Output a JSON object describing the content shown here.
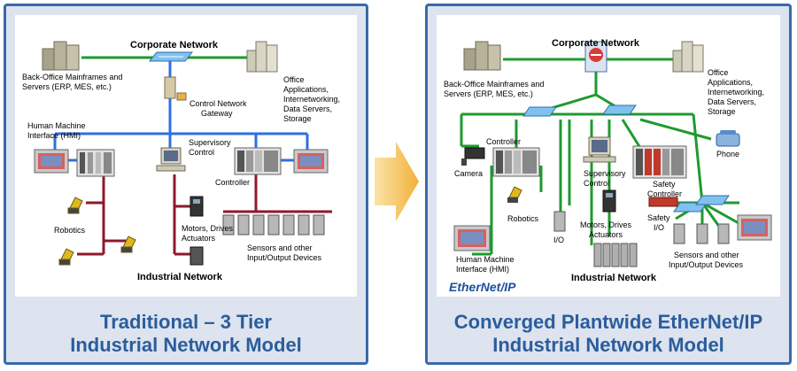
{
  "left_panel": {
    "labels": {
      "corporate_network": "Corporate Network",
      "back_office_1": "Back-Office Mainframes and",
      "back_office_2": "Servers (ERP, MES, etc.)",
      "office_1": "Office",
      "office_2": "Applications,",
      "office_3": "Internetworking,",
      "office_4": "Data Servers,",
      "office_5": "Storage",
      "gateway_1": "Control Network",
      "gateway_2": "Gateway",
      "hmi_1": "Human Machine",
      "hmi_2": "Interface (HMI)",
      "supervisory_1": "Supervisory",
      "supervisory_2": "Control",
      "controller": "Controller",
      "robotics": "Robotics",
      "motors_1": "Motors, Drives",
      "motors_2": "Actuators",
      "sensors_1": "Sensors and other",
      "sensors_2": "Input/Output Devices",
      "industrial_network": "Industrial Network"
    },
    "caption_line1": "Traditional – 3 Tier",
    "caption_line2": "Industrial Network Model"
  },
  "right_panel": {
    "labels": {
      "corporate_network": "Corporate Network",
      "back_office_1": "Back-Office Mainframes and",
      "back_office_2": "Servers (ERP, MES, etc.)",
      "office_1": "Office",
      "office_2": "Applications,",
      "office_3": "Internetworking,",
      "office_4": "Data Servers,",
      "office_5": "Storage",
      "controller": "Controller",
      "camera": "Camera",
      "supervisory_1": "Supervisory",
      "supervisory_2": "Control",
      "safety_controller_1": "Safety",
      "safety_controller_2": "Controller",
      "phone": "Phone",
      "robotics": "Robotics",
      "io": "I/O",
      "motors_1": "Motors, Drives",
      "motors_2": "Actuators",
      "safety_io_1": "Safety",
      "safety_io_2": "I/O",
      "hmi_1": "Human Machine",
      "hmi_2": "Interface (HMI)",
      "sensors_1": "Sensors and other",
      "sensors_2": "Input/Output Devices",
      "industrial_network": "Industrial Network",
      "logo": "EtherNet/IP"
    },
    "caption_line1": "Converged Plantwide EtherNet/IP",
    "caption_line2": "Industrial Network Model"
  },
  "colors": {
    "corporate_link": "#1e9a2e",
    "control_link": "#2f6fe0",
    "device_link": "#8c1a2a",
    "ethernet_link": "#1e9a2e",
    "caption": "#2b5d9c",
    "panel_border": "#3b6aa8",
    "arrow": "#f2b13b"
  }
}
